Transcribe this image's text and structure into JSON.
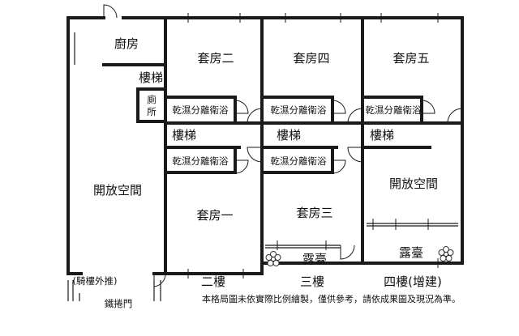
{
  "ground_floor": {
    "kitchen": "廚房",
    "stairs": "樓梯",
    "toilet": "廁所",
    "open_space": "開放空間",
    "arcade_extension": "(騎樓外推)",
    "rolling_door": "鐵捲門"
  },
  "second_floor": {
    "suite_two": "套房二",
    "wet_dry_bath_top": "乾濕分離衛浴",
    "stairs": "樓梯",
    "wet_dry_bath_bottom": "乾濕分離衛浴",
    "suite_one": "套房一",
    "floor_label": "二樓"
  },
  "third_floor": {
    "suite_four": "套房四",
    "wet_dry_bath_top": "乾濕分離衛浴",
    "stairs": "樓梯",
    "wet_dry_bath_bottom": "乾濕分離衛浴",
    "suite_three": "套房三",
    "balcony": "露臺",
    "floor_label": "三樓"
  },
  "fourth_floor": {
    "suite_five": "套房五",
    "wet_dry_bath": "乾濕分離衛浴",
    "stairs": "樓梯",
    "open_space": "開放空間",
    "balcony": "露臺",
    "floor_label": "四樓(增建)"
  },
  "disclaimer": "本格局圖未依實際比例繪製，僅供參考，請依成果圖及現況為準。"
}
